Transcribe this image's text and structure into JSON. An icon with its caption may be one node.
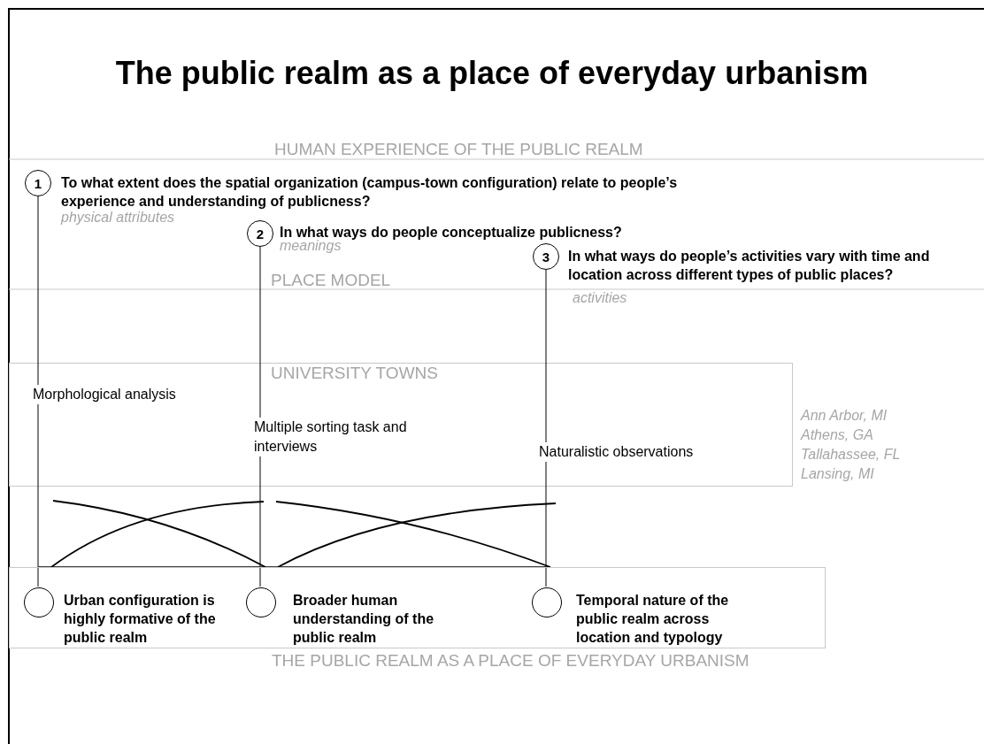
{
  "diagram": {
    "title": "The public realm as a place of everyday urbanism",
    "nodes": [
      {
        "text": [
          "THE PUBLIC REALM AS A PLACE OF EVERYDAY URBANISM"
        ]
      },
      {
        "text": [
          "1"
        ],
        "beside": [
          "To what extent does the spatial organization (campus-town configuration) relate to people’s experience and understanding of publicness?",
          "physical attributes"
        ]
      },
      {
        "text": [
          "2"
        ],
        "beside": [
          "In what ways do people conceptualize publicness?",
          "meanings"
        ]
      },
      {
        "text": [
          "3"
        ],
        "beside": [
          "In what ways do people’s activities vary with time and location across different types of public places?",
          "activities"
        ]
      },
      {
        "text": [],
        "shape": "circle",
        "in": 0,
        "beside": [
          "Urban configuration is highly formative of the public realm"
        ]
      },
      {
        "text": [],
        "shape": "circle",
        "in": 0,
        "beside": [
          "Broader human understanding of the public realm"
        ]
      },
      {
        "text": [],
        "shape": "circle",
        "in": 0,
        "beside": [
          "Temporal nature of the public realm across location and typology"
        ]
      }
    ],
    "edges": [
      {
        "from": 1,
        "to": 4,
        "arrow": "none",
        "label": "Morphological analysis"
      },
      {
        "from": 2,
        "to": 5,
        "arrow": "none",
        "label": "Multiple sorting task and interviews"
      },
      {
        "from": 3,
        "to": 6,
        "arrow": "none",
        "label": "Naturalistic observations"
      },
      {
        "from": null,
        "to": 0,
        "arrow": "none"
      },
      {
        "from": null,
        "to": 0,
        "arrow": "none"
      },
      {
        "from": null,
        "to": 0,
        "arrow": "none"
      },
      {
        "from": null,
        "to": 0,
        "arrow": "none"
      }
    ],
    "labels": [
      "HUMAN EXPERIENCE OF THE PUBLIC REALM",
      "PLACE MODEL",
      "UNIVERSITY TOWNS",
      "Ann Arbor, MI",
      "Athens, GA",
      "Tallahassee, FL",
      "Lansing, MI"
    ]
  }
}
